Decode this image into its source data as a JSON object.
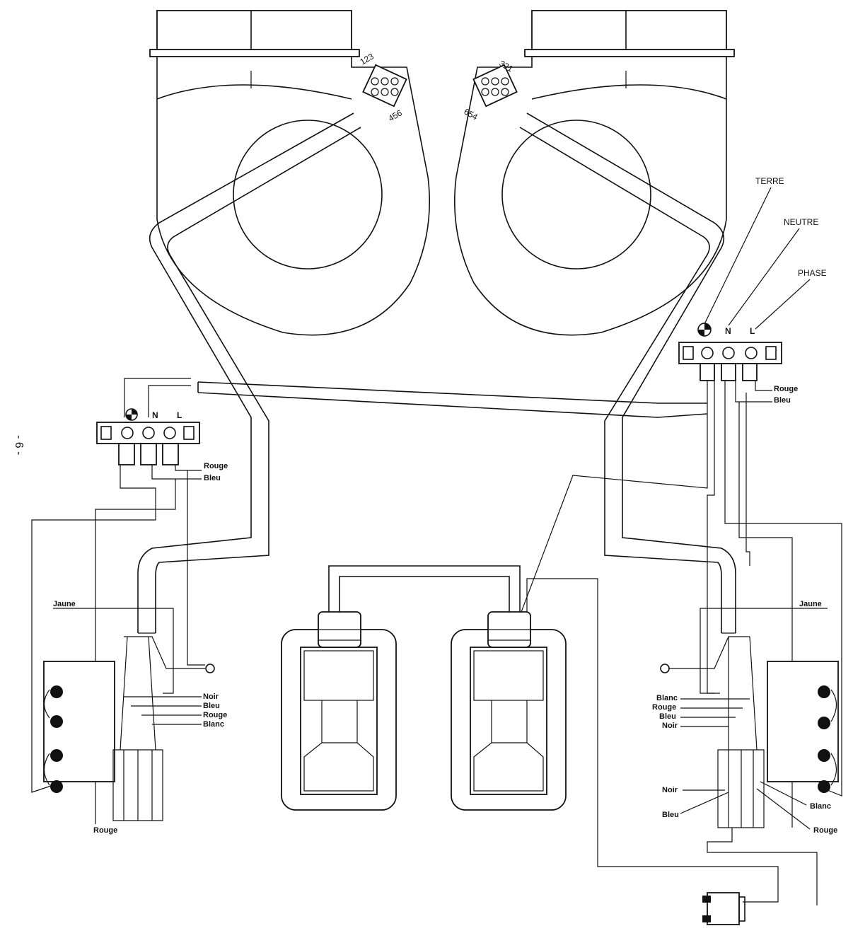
{
  "page_number": "- 6 -",
  "labels": {
    "terre": "TERRE",
    "neutre": "NEUTRE",
    "phase": "PHASE"
  },
  "terminal_symbols": {
    "n": "N",
    "l": "L"
  },
  "connector_pins": {
    "left_top": "123",
    "left_bottom": "456",
    "right_top": "321",
    "right_bottom": "654"
  },
  "wires": {
    "rouge": "Rouge",
    "bleu": "Bleu",
    "jaune": "Jaune",
    "noir": "Noir",
    "blanc": "Blanc"
  },
  "colors": {
    "line": "#111111",
    "background": "#ffffff"
  }
}
